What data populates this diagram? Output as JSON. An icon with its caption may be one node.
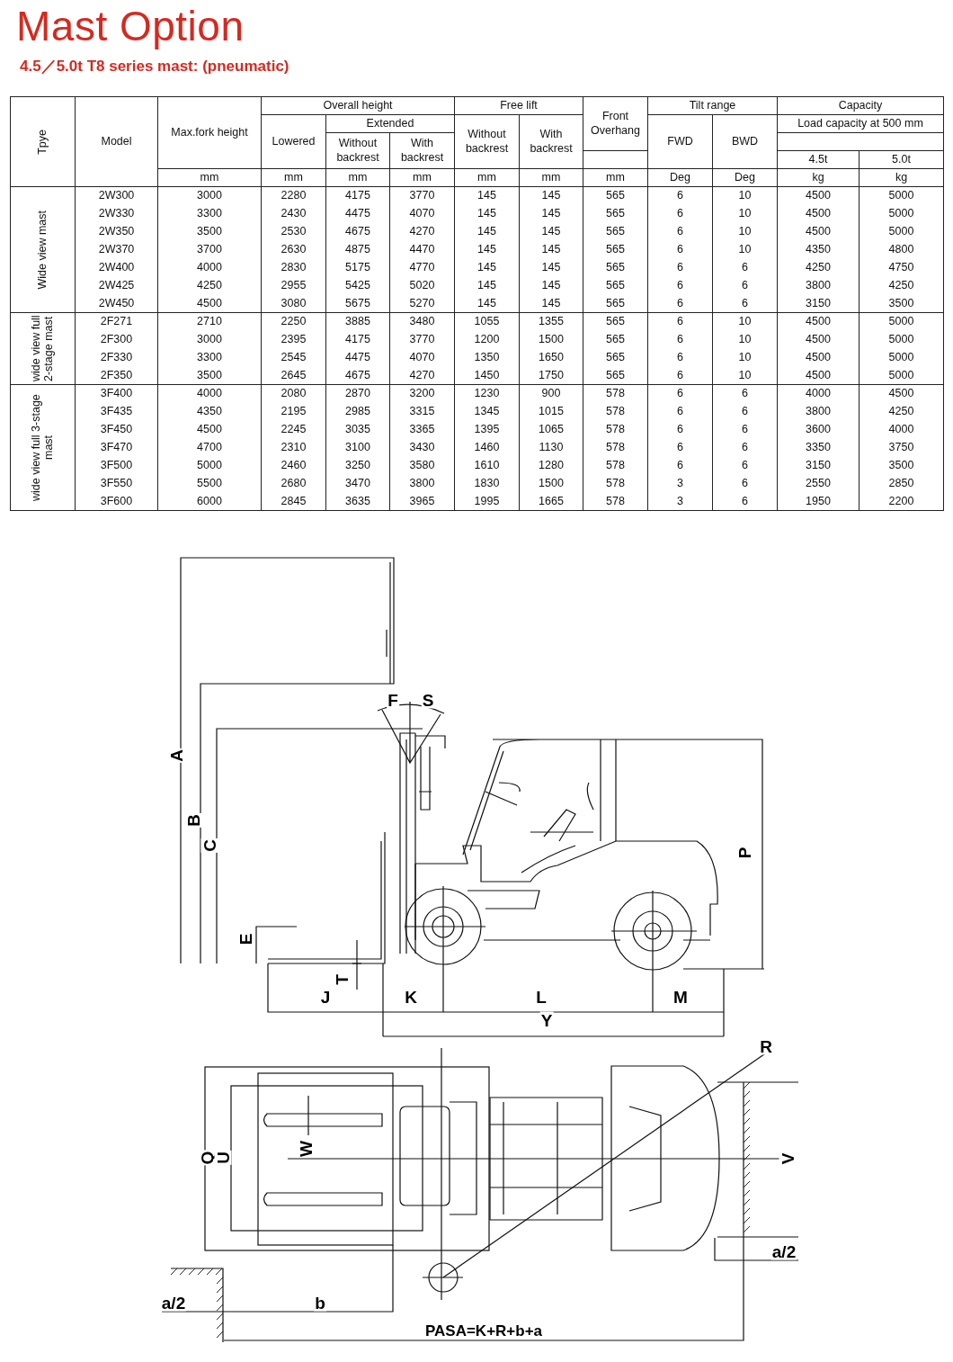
{
  "diagram": {
    "title": "Mast Option",
    "labels": [
      "4.5／5.0t T8 series mast: (pneumatic)",
      "Tpye",
      "Model",
      "Max.fork height",
      "Overall height",
      "Free lift",
      "Front Overhang",
      "Tilt range",
      "Capacity",
      "Lowered",
      "Extended",
      "Without backrest",
      "With backrest",
      "FWD",
      "BWD",
      "Load capacity at 500 mm",
      "Without backrest",
      "With backrest",
      "4.5t",
      "5.0t",
      "mm",
      "mm",
      "mm",
      "mm",
      "mm",
      "mm",
      "mm",
      "Deg",
      "Deg",
      "kg",
      "kg",
      "Wide view mast",
      "2W300",
      "3000",
      "2280",
      "4175",
      "3770",
      "145",
      "145",
      "565",
      "6",
      "10",
      "4500",
      "5000",
      "2W330",
      "3300",
      "2430",
      "4475",
      "4070",
      "145",
      "145",
      "565",
      "6",
      "10",
      "4500",
      "5000",
      "2W350",
      "3500",
      "2530",
      "4675",
      "4270",
      "145",
      "145",
      "565",
      "6",
      "10",
      "4500",
      "5000",
      "2W370",
      "3700",
      "2630",
      "4875",
      "4470",
      "145",
      "145",
      "565",
      "6",
      "10",
      "4350",
      "4800",
      "2W400",
      "4000",
      "2830",
      "5175",
      "4770",
      "145",
      "145",
      "565",
      "6",
      "6",
      "4250",
      "4750",
      "2W425",
      "4250",
      "2955",
      "5425",
      "5020",
      "145",
      "145",
      "565",
      "6",
      "6",
      "3800",
      "4250",
      "2W450",
      "4500",
      "3080",
      "5675",
      "5270",
      "145",
      "145",
      "565",
      "6",
      "6",
      "3150",
      "3500",
      "wide view full 2-stage mast",
      "2F271",
      "2710",
      "2250",
      "3885",
      "3480",
      "1055",
      "1355",
      "565",
      "6",
      "10",
      "4500",
      "5000",
      "2F300",
      "3000",
      "2395",
      "4175",
      "3770",
      "1200",
      "1500",
      "565",
      "6",
      "10",
      "4500",
      "5000",
      "2F330",
      "3300",
      "2545",
      "4475",
      "4070",
      "1350",
      "1650",
      "565",
      "6",
      "10",
      "4500",
      "5000",
      "2F350",
      "3500",
      "2645",
      "4675",
      "4270",
      "1450",
      "1750",
      "565",
      "6",
      "10",
      "4500",
      "5000",
      "wide view full 3-stage mast",
      "3F400",
      "4000",
      "2080",
      "2870",
      "3200",
      "1230",
      "900",
      "578",
      "6",
      "6",
      "4000",
      "4500",
      "3F435",
      "4350",
      "2195",
      "2985",
      "3315",
      "1345",
      "1015",
      "578",
      "6",
      "6",
      "3800",
      "4250",
      "3F450",
      "4500",
      "2245",
      "3035",
      "3365",
      "1395",
      "1065",
      "578",
      "6",
      "6",
      "3600",
      "4000",
      "3F470",
      "4700",
      "2310",
      "3100",
      "3430",
      "1460",
      "1130",
      "578",
      "6",
      "6",
      "3350",
      "3750",
      "3F500",
      "5000",
      "2460",
      "3250",
      "3580",
      "1610",
      "1280",
      "578",
      "6",
      "6",
      "3150",
      "3500",
      "3F550",
      "5500",
      "2680",
      "3470",
      "3800",
      "1830",
      "1500",
      "578",
      "3",
      "6",
      "2550",
      "2850",
      "3F600",
      "6000",
      "2845",
      "3635",
      "3965",
      "1995",
      "1665",
      "578",
      "3",
      "6",
      "1950",
      "2200",
      "F",
      "S",
      "A",
      "B",
      "C",
      "P",
      "E",
      "T",
      "J",
      "K",
      "L",
      "M",
      "Y",
      "R",
      "Q",
      "U",
      "W",
      "V",
      "a/2",
      "a/2",
      "b",
      "PASA=K+R+b+a"
    ]
  }
}
